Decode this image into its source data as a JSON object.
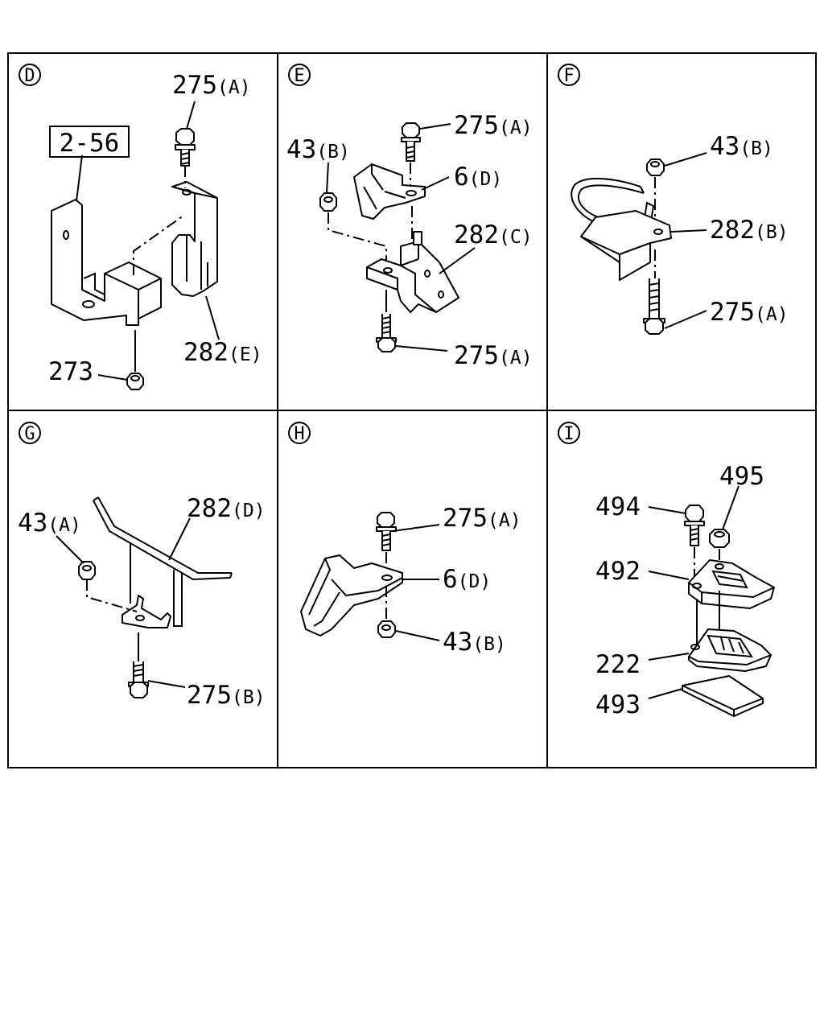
{
  "panels": [
    {
      "id": "D",
      "refbox": "2-56",
      "labels": {
        "bolt": "275",
        "bolt_sub": "(A)",
        "clip": "282",
        "clip_sub": "(E)",
        "nut": "273"
      }
    },
    {
      "id": "E",
      "labels": {
        "nut": "43",
        "nut_sub": "(B)",
        "bolt_top": "275",
        "bolt_top_sub": "(A)",
        "clamp": "6",
        "clamp_sub": "(D)",
        "bracket": "282",
        "bracket_sub": "(C)",
        "bolt_bottom": "275",
        "bolt_bottom_sub": "(A)"
      }
    },
    {
      "id": "F",
      "labels": {
        "nut": "43",
        "nut_sub": "(B)",
        "bracket": "282",
        "bracket_sub": "(B)",
        "bolt": "275",
        "bolt_sub": "(A)"
      }
    },
    {
      "id": "G",
      "labels": {
        "nut": "43",
        "nut_sub": "(A)",
        "bracket": "282",
        "bracket_sub": "(D)",
        "bolt": "275",
        "bolt_sub": "(B)"
      }
    },
    {
      "id": "H",
      "labels": {
        "bolt": "275",
        "bolt_sub": "(A)",
        "clamp": "6",
        "clamp_sub": "(D)",
        "nut": "43",
        "nut_sub": "(B)"
      }
    },
    {
      "id": "I",
      "labels": {
        "bolt": "494",
        "collar": "495",
        "upper": "492",
        "lower": "222",
        "pad": "493"
      }
    }
  ]
}
